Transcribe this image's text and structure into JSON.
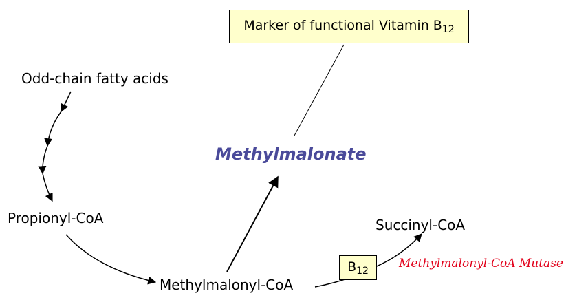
{
  "marker_box": {
    "text": "Marker of functional Vitamin B",
    "subscript": "12"
  },
  "nodes": {
    "odd_chain": "Odd-chain fatty acids",
    "propionyl": "Propionyl-CoA",
    "methylmalonyl": "Methylmalonyl-CoA",
    "succinyl": "Succinyl-CoA",
    "methylmalonate": "Methylmalonate"
  },
  "cofactor": {
    "text": "B",
    "subscript": "12"
  },
  "enzyme": "Methylmalonyl-CoA Mutase",
  "colors": {
    "box_fill": "#ffffcc",
    "metabolite": "#4a4a9a",
    "enzyme": "#e2001a",
    "stroke": "#000000"
  }
}
